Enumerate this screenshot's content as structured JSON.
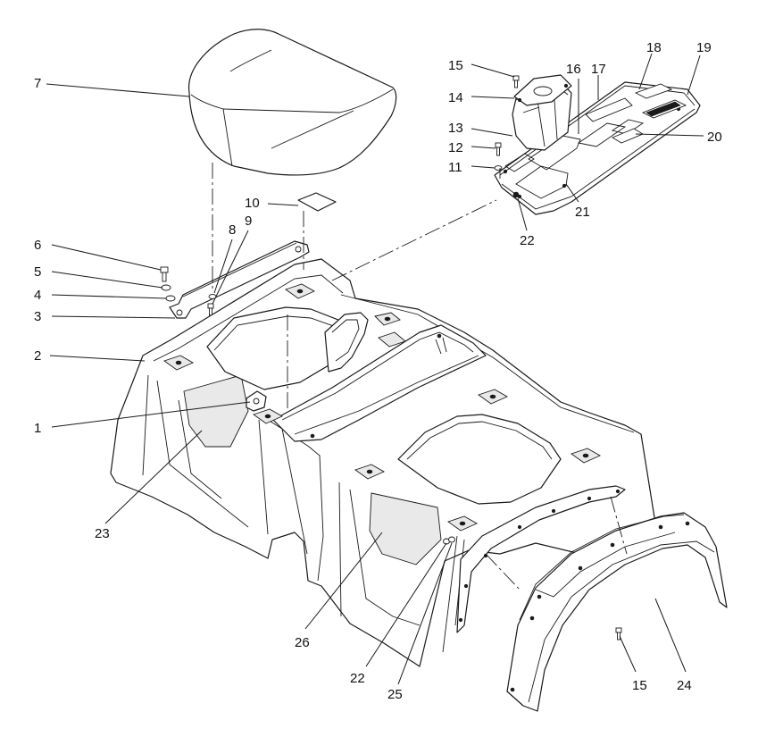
{
  "callouts": {
    "c1": "1",
    "c2": "2",
    "c3": "3",
    "c4": "4",
    "c5": "5",
    "c6": "6",
    "c7": "7",
    "c8": "8",
    "c9": "9",
    "c10": "10",
    "c11": "11",
    "c12": "12",
    "c13": "13",
    "c14": "14",
    "c15a": "15",
    "c15b": "15",
    "c16": "16",
    "c17": "17",
    "c18": "18",
    "c19": "19",
    "c20": "20",
    "c21": "21",
    "c22a": "22",
    "c22b": "22",
    "c23": "23",
    "c24": "24",
    "c25": "25",
    "c26": "26"
  }
}
